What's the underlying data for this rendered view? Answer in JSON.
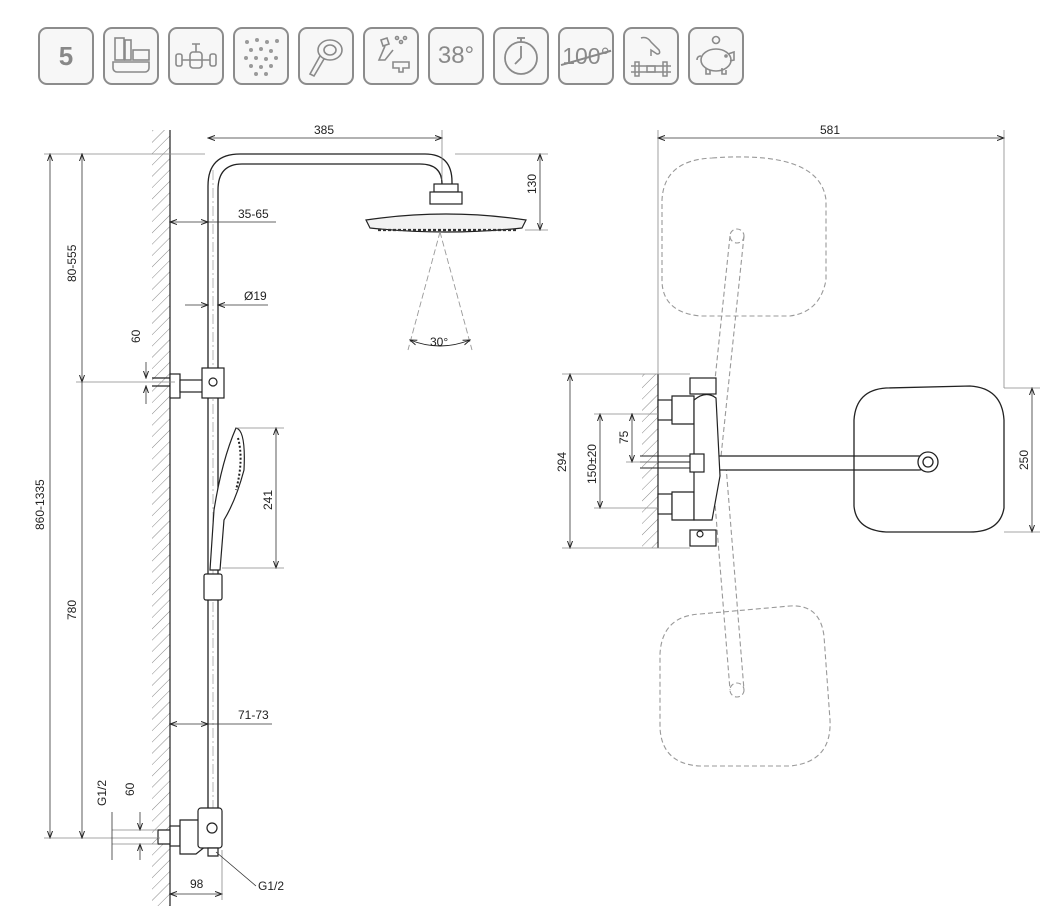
{
  "features": {
    "handset_count": "5",
    "temperature": "38°",
    "max_temperature": "100°",
    "icons": [
      "bath-icon",
      "faucet-icon",
      "water-drops-icon",
      "hand-shower-icon",
      "cleaning-icon",
      "timer-icon",
      "thermostat-hand-icon",
      "piggy-bank-icon"
    ]
  },
  "side_view": {
    "arm_length": "385",
    "head_height": "130",
    "wall_gap_range": "35-65",
    "pipe_diameter": "Ø19",
    "spray_angle": "30°",
    "upper_bracket_height": "80-555",
    "upper_connector": "60",
    "hand_shower_length": "241",
    "total_height_range": "860-1335",
    "lower_height": "780",
    "lower_wall_gap_range": "71-73",
    "inlet_thread_left": "G1/2",
    "lower_connector": "60",
    "depth": "98",
    "inlet_thread_bottom": "G1/2"
  },
  "top_view": {
    "total_width": "581",
    "body_height": "294",
    "inlet_spacing": "150±20",
    "inlet_offset": "75",
    "head_width": "250"
  },
  "colors": {
    "line": "#222222",
    "thin": "#555555",
    "dashed": "#999999",
    "icon": "#8a8a8a"
  }
}
